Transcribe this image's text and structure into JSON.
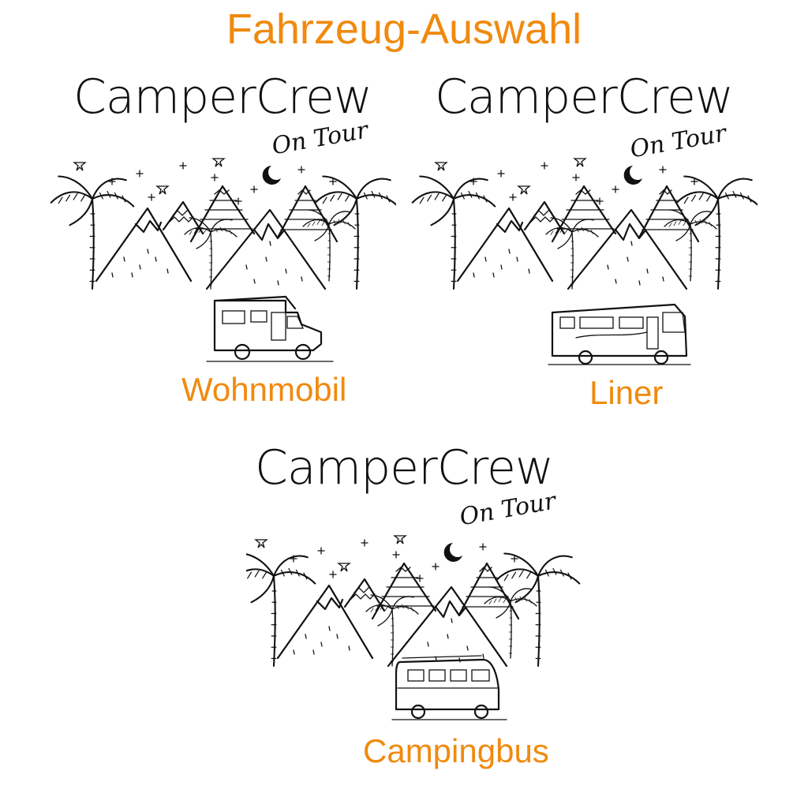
{
  "page": {
    "title": "Fahrzeug-Auswahl"
  },
  "options": [
    {
      "brand": "CamperCrew",
      "tagline": "On Tour",
      "vehicle": "Wohnmobil",
      "vehicle_icon": "motorhome-icon"
    },
    {
      "brand": "CamperCrew",
      "tagline": "On Tour",
      "vehicle": "Liner",
      "vehicle_icon": "liner-icon"
    },
    {
      "brand": "CamperCrew",
      "tagline": "On Tour",
      "vehicle": "Campingbus",
      "vehicle_icon": "campervan-icon"
    }
  ],
  "colors": {
    "accent": "#f08a0f",
    "ink": "#111111",
    "background": "#ffffff"
  }
}
